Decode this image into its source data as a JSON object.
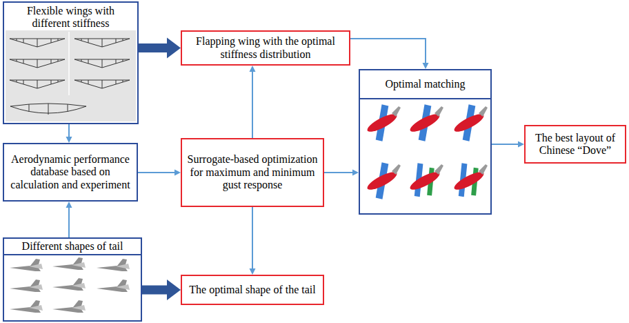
{
  "diagram": {
    "nodes": [
      {
        "text": [
          "Flexible wings with different stiffness"
        ]
      },
      {
        "text": [
          "Flapping wing with the optimal stiffness distribution"
        ]
      },
      {
        "text": [
          "Aerodynamic performance database based on calculation and experiment"
        ]
      },
      {
        "text": [
          "Surrogate-based optimization for maximum and minimum gust response"
        ]
      },
      {
        "text": [
          "Optimal matching"
        ]
      },
      {
        "text": [
          "The best layout of Chinese “Dove”"
        ]
      },
      {
        "text": [
          "Different shapes of tail"
        ]
      },
      {
        "text": [
          "The optimal shape of the tail"
        ]
      }
    ],
    "edges": [
      {
        "from": 0,
        "to": 1,
        "arrow": "to"
      },
      {
        "from": 0,
        "to": 2,
        "arrow": "to"
      },
      {
        "from": 6,
        "to": 2,
        "arrow": "to"
      },
      {
        "from": 6,
        "to": 7,
        "arrow": "to"
      },
      {
        "from": 2,
        "to": 3,
        "arrow": "to"
      },
      {
        "from": 3,
        "to": 1,
        "arrow": "to"
      },
      {
        "from": 3,
        "to": 7,
        "arrow": "to"
      },
      {
        "from": 1,
        "to": 4,
        "arrow": "to"
      },
      {
        "from": 3,
        "to": 4,
        "arrow": "to"
      },
      {
        "from": 4,
        "to": 5,
        "arrow": "to"
      }
    ]
  }
}
